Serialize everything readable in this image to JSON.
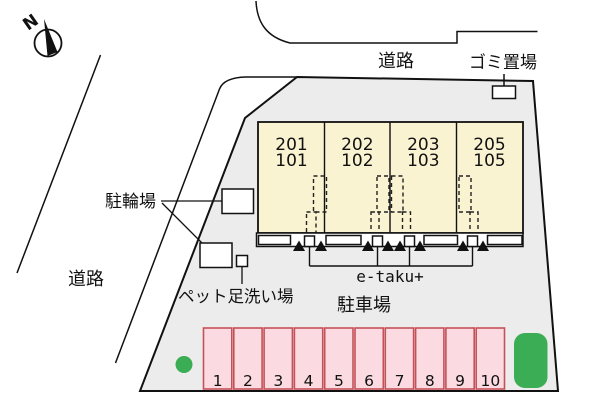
{
  "compass": {
    "north_label": "N"
  },
  "roads": {
    "top": "道路",
    "left": "道路"
  },
  "site": {
    "garbage_label": "ゴミ置場",
    "bicycle_label": "駐輪場",
    "pet_wash_label": "ペット足洗い場",
    "delivery_label": "e-taku+",
    "parking_label": "駐車場"
  },
  "building": {
    "units": [
      {
        "upper": "201",
        "lower": "101"
      },
      {
        "upper": "202",
        "lower": "102"
      },
      {
        "upper": "203",
        "lower": "103"
      },
      {
        "upper": "205",
        "lower": "105"
      }
    ]
  },
  "parking": {
    "stalls": [
      "1",
      "2",
      "3",
      "4",
      "5",
      "6",
      "7",
      "8",
      "9",
      "10"
    ]
  },
  "colors": {
    "building_fill": "#faf3d1",
    "site_fill": "#ececec",
    "stall_fill": "#fbdbe1",
    "stall_border": "#c65058",
    "greenery": "#3aad55",
    "line": "#111111"
  }
}
